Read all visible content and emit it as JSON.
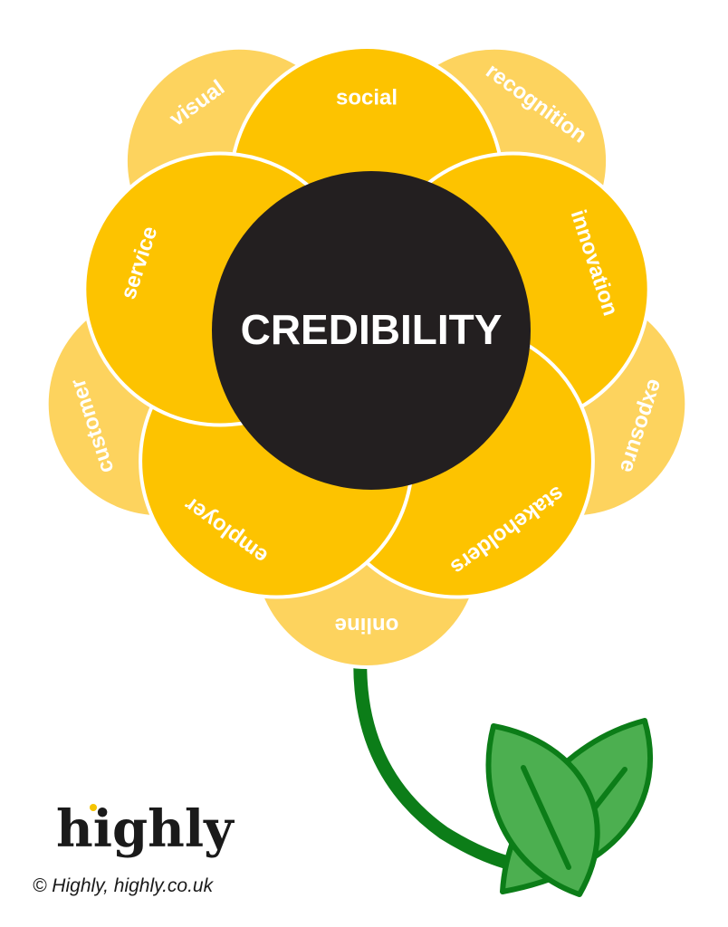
{
  "center": {
    "label": "CREDIBILITY"
  },
  "outer_petals": [
    {
      "label": "visual"
    },
    {
      "label": "recognition"
    },
    {
      "label": "exposure"
    },
    {
      "label": "online"
    },
    {
      "label": "customer"
    }
  ],
  "inner_petals": [
    {
      "label": "social"
    },
    {
      "label": "innovation"
    },
    {
      "label": "stakeholders"
    },
    {
      "label": "employer"
    },
    {
      "label": "service"
    }
  ],
  "brand": {
    "logo": "highly",
    "copyright": "© Highly, highly.co.uk"
  },
  "colors": {
    "inner_petal": "#fdc300",
    "outer_petal": "#fdd35e",
    "center": "#231f20",
    "stem": "#0c7d18",
    "leaf": "#4caf50",
    "accent_dot": "#f5c400"
  }
}
